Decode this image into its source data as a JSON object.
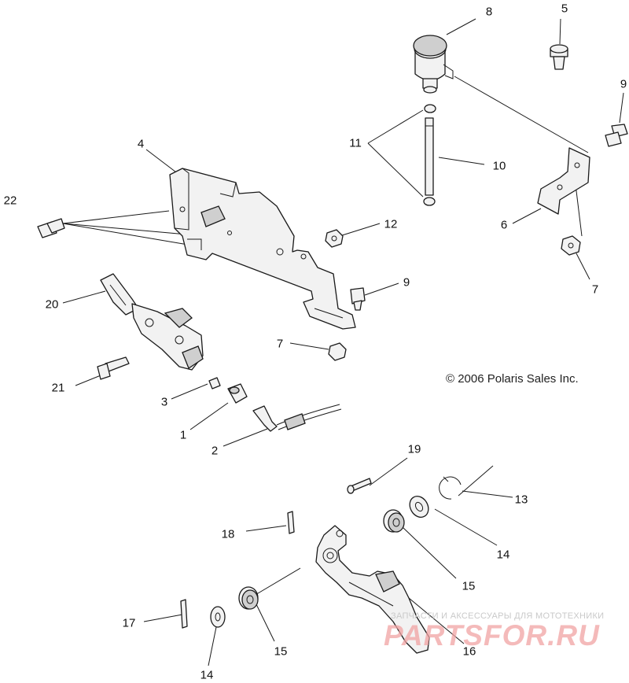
{
  "diagram": {
    "callouts": [
      {
        "id": "c1",
        "label": "1"
      },
      {
        "id": "c2",
        "label": "2"
      },
      {
        "id": "c3",
        "label": "3"
      },
      {
        "id": "c4",
        "label": "4"
      },
      {
        "id": "c5",
        "label": "5"
      },
      {
        "id": "c6",
        "label": "6"
      },
      {
        "id": "c7a",
        "label": "7"
      },
      {
        "id": "c7b",
        "label": "7"
      },
      {
        "id": "c8",
        "label": "8"
      },
      {
        "id": "c9a",
        "label": "9"
      },
      {
        "id": "c9b",
        "label": "9"
      },
      {
        "id": "c10",
        "label": "10"
      },
      {
        "id": "c11",
        "label": "11"
      },
      {
        "id": "c12",
        "label": "12"
      },
      {
        "id": "c13",
        "label": "13"
      },
      {
        "id": "c14a",
        "label": "14"
      },
      {
        "id": "c14b",
        "label": "14"
      },
      {
        "id": "c15a",
        "label": "15"
      },
      {
        "id": "c15b",
        "label": "15"
      },
      {
        "id": "c16",
        "label": "16"
      },
      {
        "id": "c17",
        "label": "17"
      },
      {
        "id": "c18",
        "label": "18"
      },
      {
        "id": "c19",
        "label": "19"
      },
      {
        "id": "c20",
        "label": "20"
      },
      {
        "id": "c21",
        "label": "21"
      },
      {
        "id": "c22",
        "label": "22"
      }
    ],
    "copyright": "© 2006 Polaris Sales Inc."
  },
  "watermark": {
    "tagline": "ЗАПЧАСТИ И АКСЕССУАРЫ ДЛЯ МОТОТЕХНИКИ",
    "logo": "PARTSFOR.RU"
  }
}
